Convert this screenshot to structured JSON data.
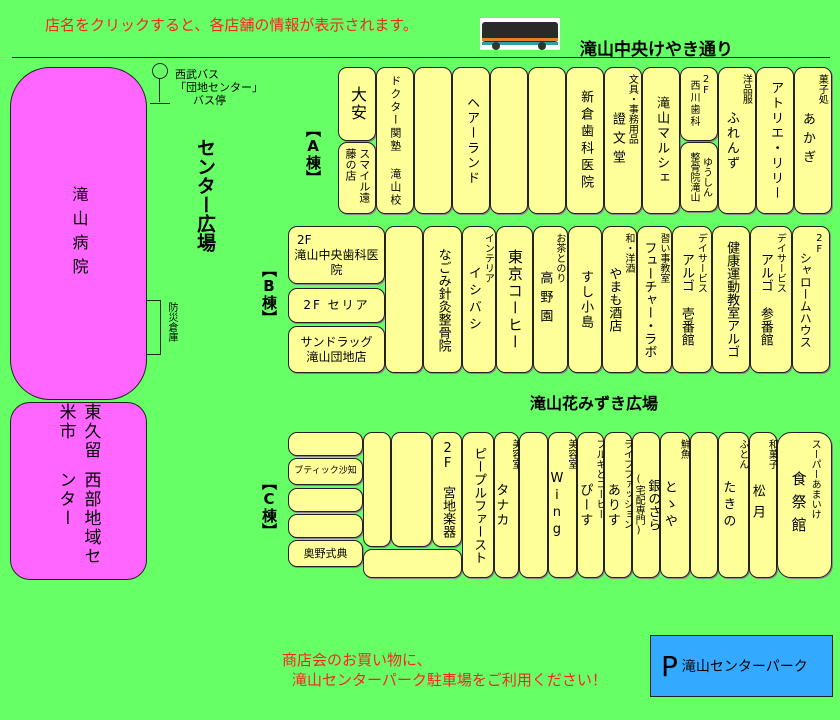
{
  "instruction": "店名をクリックすると、各店舗の情報が表示されます。",
  "street": "滝山中央けやき通り",
  "bus_stop": {
    "line1": "西武バス",
    "line2": "「団地センター」",
    "line3": "バス停"
  },
  "plaza_center": "センター広場",
  "plaza_hanamizuki": "滝山花みずき広場",
  "hospital": "滝山病院",
  "community_center": {
    "line1": "東久留米市",
    "line2": "西部地域センター"
  },
  "warehouse": "防災倉庫",
  "building_a": {
    "label": "【A棟】",
    "stores": [
      {
        "name": "大安"
      },
      {
        "name": "スマイル遠藤の店"
      },
      {
        "name": "ドクター関塾 滝山校"
      },
      {
        "name": "ヘアーランド"
      },
      {
        "name": "新倉歯科医院"
      },
      {
        "cat": "文具・事務用品",
        "name": "證文堂"
      },
      {
        "name": "滝山マルシェ"
      },
      {
        "cat": "2F",
        "name": "西川歯科"
      },
      {
        "name": "ゆうしん",
        "name2": "整骨院滝山"
      },
      {
        "cat": "洋品服",
        "name": "ふれんず"
      },
      {
        "name": "アトリエ・リリー"
      },
      {
        "cat": "菓子処",
        "name": "あかぎ"
      }
    ]
  },
  "building_b": {
    "label": "【B棟】",
    "stores": [
      {
        "cat": "2F",
        "name": "滝山中央歯科医院"
      },
      {
        "name": "2F セリア"
      },
      {
        "name": "サンドラッグ",
        "name2": "滝山団地店"
      },
      {
        "name": "なごみ針灸整骨院"
      },
      {
        "cat": "インテリア",
        "name": "イシバシ"
      },
      {
        "name": "東京コーヒー"
      },
      {
        "cat": "お茶とのり",
        "name": "高野園"
      },
      {
        "name": "すし小島"
      },
      {
        "cat": "和・洋酒",
        "name": "やまも酒店"
      },
      {
        "cat": "習い事教室",
        "name": "フューチャー・ラボ"
      },
      {
        "cat": "デイサービス",
        "name": "アルゴ 壱番館"
      },
      {
        "name": "健康運動教室アルゴ"
      },
      {
        "cat": "デイサービス",
        "name": "アルゴ 参番館"
      },
      {
        "cat": "2F",
        "name": "シャロームハウス"
      }
    ]
  },
  "building_c": {
    "label": "【C棟】",
    "stores": [
      {
        "name": "ブティック沙知"
      },
      {
        "name": "奥野式典"
      },
      {
        "name": "2F 宮地楽器"
      },
      {
        "name": "ピープルファースト"
      },
      {
        "cat": "美容室",
        "name": "タナカ"
      },
      {
        "cat": "美容室",
        "name": "Wing"
      },
      {
        "cat": "フルギとコーヒー",
        "name": "ぴーす"
      },
      {
        "cat": "ライフファッション",
        "name": "ありす"
      },
      {
        "name": "銀のさら",
        "name2": "(宅配専門)"
      },
      {
        "cat": "鮮魚",
        "name": "とゝや"
      },
      {
        "cat": "ふとん",
        "name": "たきの"
      },
      {
        "cat": "和菓子",
        "name": "松月"
      },
      {
        "cat": "スーパーあまいけ",
        "name": "食祭館"
      }
    ]
  },
  "parking_note": {
    "line1": "商店会のお買い物に、",
    "line2": "滝山センターパーク駐車場をご利用ください！"
  },
  "parking": {
    "icon": "P",
    "label": "滝山センターパーク"
  },
  "colors": {
    "background": "#66ff66",
    "store": "#ffff99",
    "facility": "#ff66ff",
    "parking": "#33aaff",
    "notice": "#ff2222"
  }
}
